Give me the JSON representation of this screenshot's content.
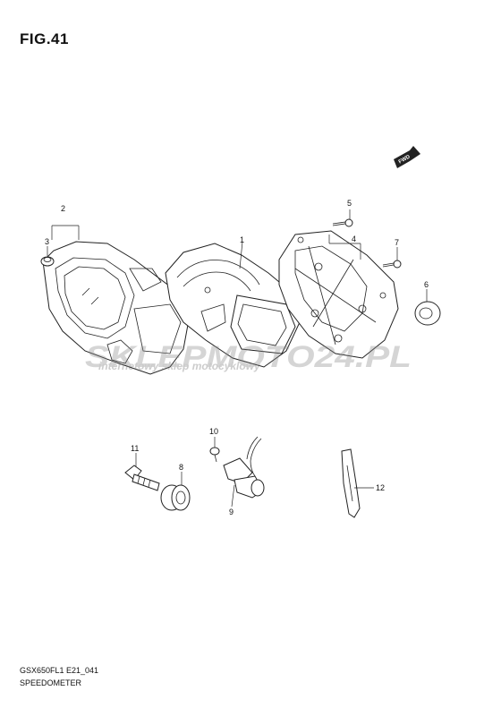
{
  "figure": {
    "title": "FIG.41"
  },
  "fwd_label": "FWD",
  "callouts": [
    "1",
    "2",
    "3",
    "4",
    "5",
    "6",
    "7",
    "8",
    "9",
    "10",
    "11",
    "12"
  ],
  "watermark": {
    "brand": "SKLEPMOTO24.PL",
    "tagline": "internetowy sklep motocyklowy"
  },
  "footer": {
    "code": "GSX650FL1 E21_041",
    "name": "SPEEDOMETER"
  }
}
